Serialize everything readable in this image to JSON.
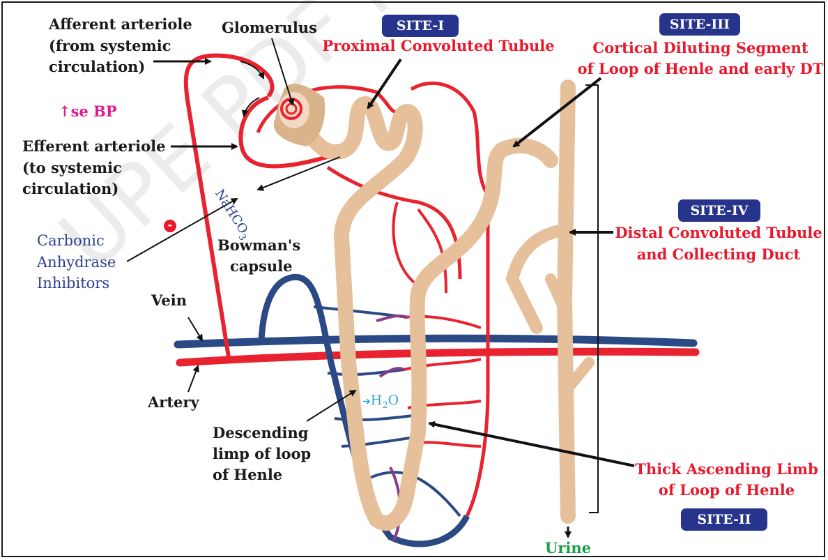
{
  "sites": {
    "site1": {
      "badge": "SITE-I",
      "title": "Proximal Convoluted Tubule"
    },
    "site2": {
      "badge": "SITE-II",
      "title_line1": "Thick Ascending Limb",
      "title_line2": "of Loop of Henle"
    },
    "site3": {
      "badge": "SITE-III",
      "title_line1": "Cortical Diluting Segment",
      "title_line2": "of Loop of Henle and early DT"
    },
    "site4": {
      "badge": "SITE-IV",
      "title_line1": "Distal Convoluted Tubule",
      "title_line2": "and Collecting Duct"
    }
  },
  "labels": {
    "afferent": [
      "Afferent arteriole",
      "(from systemic",
      "circulation)"
    ],
    "glomerulus": "Glomerulus",
    "bp": "↑se BP",
    "efferent": [
      "Efferent arteriole",
      "(to systemic",
      "circulation)"
    ],
    "carbonic": [
      "Carbonic",
      "Anhydrase",
      "Inhibitors"
    ],
    "minus_sign": "-",
    "nahco3_main": "NaHCO",
    "nahco3_sub": "3",
    "bowmans": [
      "Bowman's",
      "capsule"
    ],
    "vein": "Vein",
    "artery": "Artery",
    "descending": [
      "Descending",
      "limp of loop",
      "of Henle"
    ],
    "water_main": "H",
    "water_sub": "2",
    "water_tail": "O",
    "water_arrow": "➔",
    "urine": "Urine"
  },
  "watermark": "UPE PDF NIPER RAJYOURS",
  "colors": {
    "artery": "#e8222f",
    "vein": "#2b4a85",
    "tubule": "#e6c09a",
    "capillary_mix": "#8a3a8a",
    "site_badge": "#27348b",
    "red_text": "#e8192c",
    "blue_text": "#2a3f8f",
    "urine_text": "#1a9e4a",
    "bp_text": "#e0198c",
    "water_text": "#2aa6d6"
  }
}
